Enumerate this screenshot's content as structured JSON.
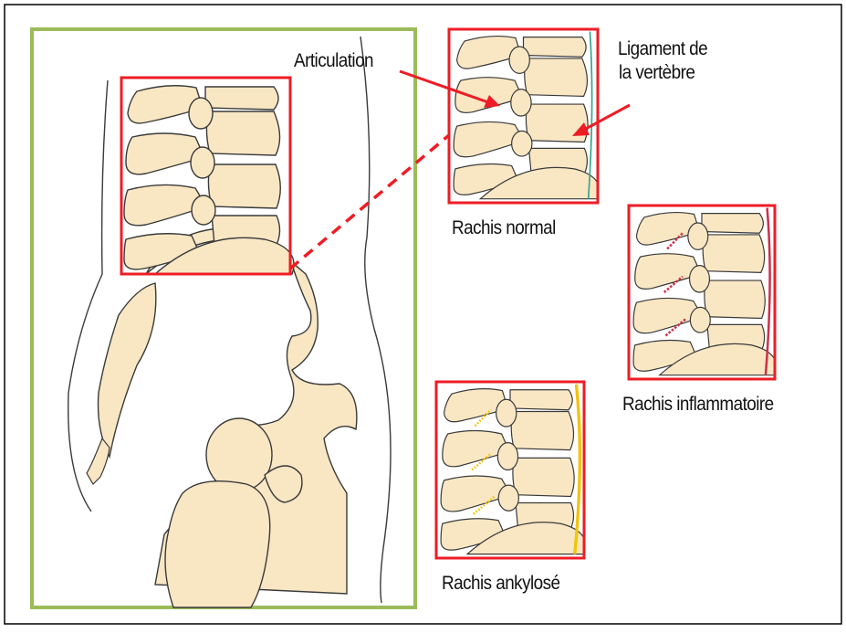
{
  "labels": {
    "articulation": "Articulation",
    "ligament_line1": "Ligament de",
    "ligament_line2": "la vertèbre",
    "normal": "Rachis normal",
    "inflammatory": "Rachis inflammatoire",
    "ankylosed": "Rachis ankylosé"
  },
  "colors": {
    "frame_border": "#000000",
    "main_panel_border": "#9bbb59",
    "highlight_red": "#ee1c25",
    "bone_fill": "#f9e7c4",
    "outline": "#3a3a3a",
    "ligament_normal": "#3aa58c",
    "ligament_inflammatory": "#d03048",
    "ligament_ankylosed": "#f2c40c"
  }
}
